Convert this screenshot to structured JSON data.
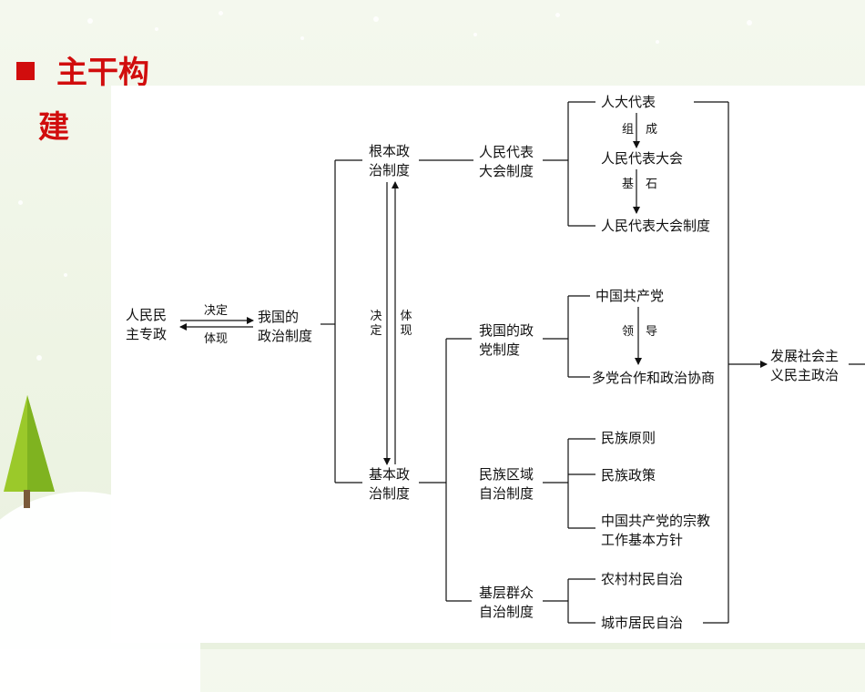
{
  "title": {
    "line1": "主干构",
    "line2": "建"
  },
  "diagram": {
    "root": "人民民\n主专政",
    "arrow_top": "决定",
    "arrow_bottom": "体现",
    "our_system": "我国的\n政治制度",
    "fundamental": "根本政\n治制度",
    "basic": "基本政\n治制度",
    "mid_left_label": "决定",
    "mid_right_label": "体现",
    "npc_system": "人民代表\n大会制度",
    "npc_deputies": "人大代表",
    "label_compose": "组　成",
    "npc": "人民代表大会",
    "label_foundation": "基　石",
    "npc_system_2": "人民代表大会制度",
    "party_system": "我国的政\n党制度",
    "cpc": "中国共产党",
    "label_lead": "领　导",
    "multi_party": "多党合作和政治协商",
    "ethnic_system": "民族区域\n自治制度",
    "ethnic_principle": "民族原则",
    "ethnic_policy": "民族政策",
    "religion_policy": "中国共产党的宗教\n工作基本方针",
    "grassroots_system": "基层群众\n自治制度",
    "village": "农村村民自治",
    "urban": "城市居民自治",
    "goal": "发展社会主\n义民主政治"
  }
}
